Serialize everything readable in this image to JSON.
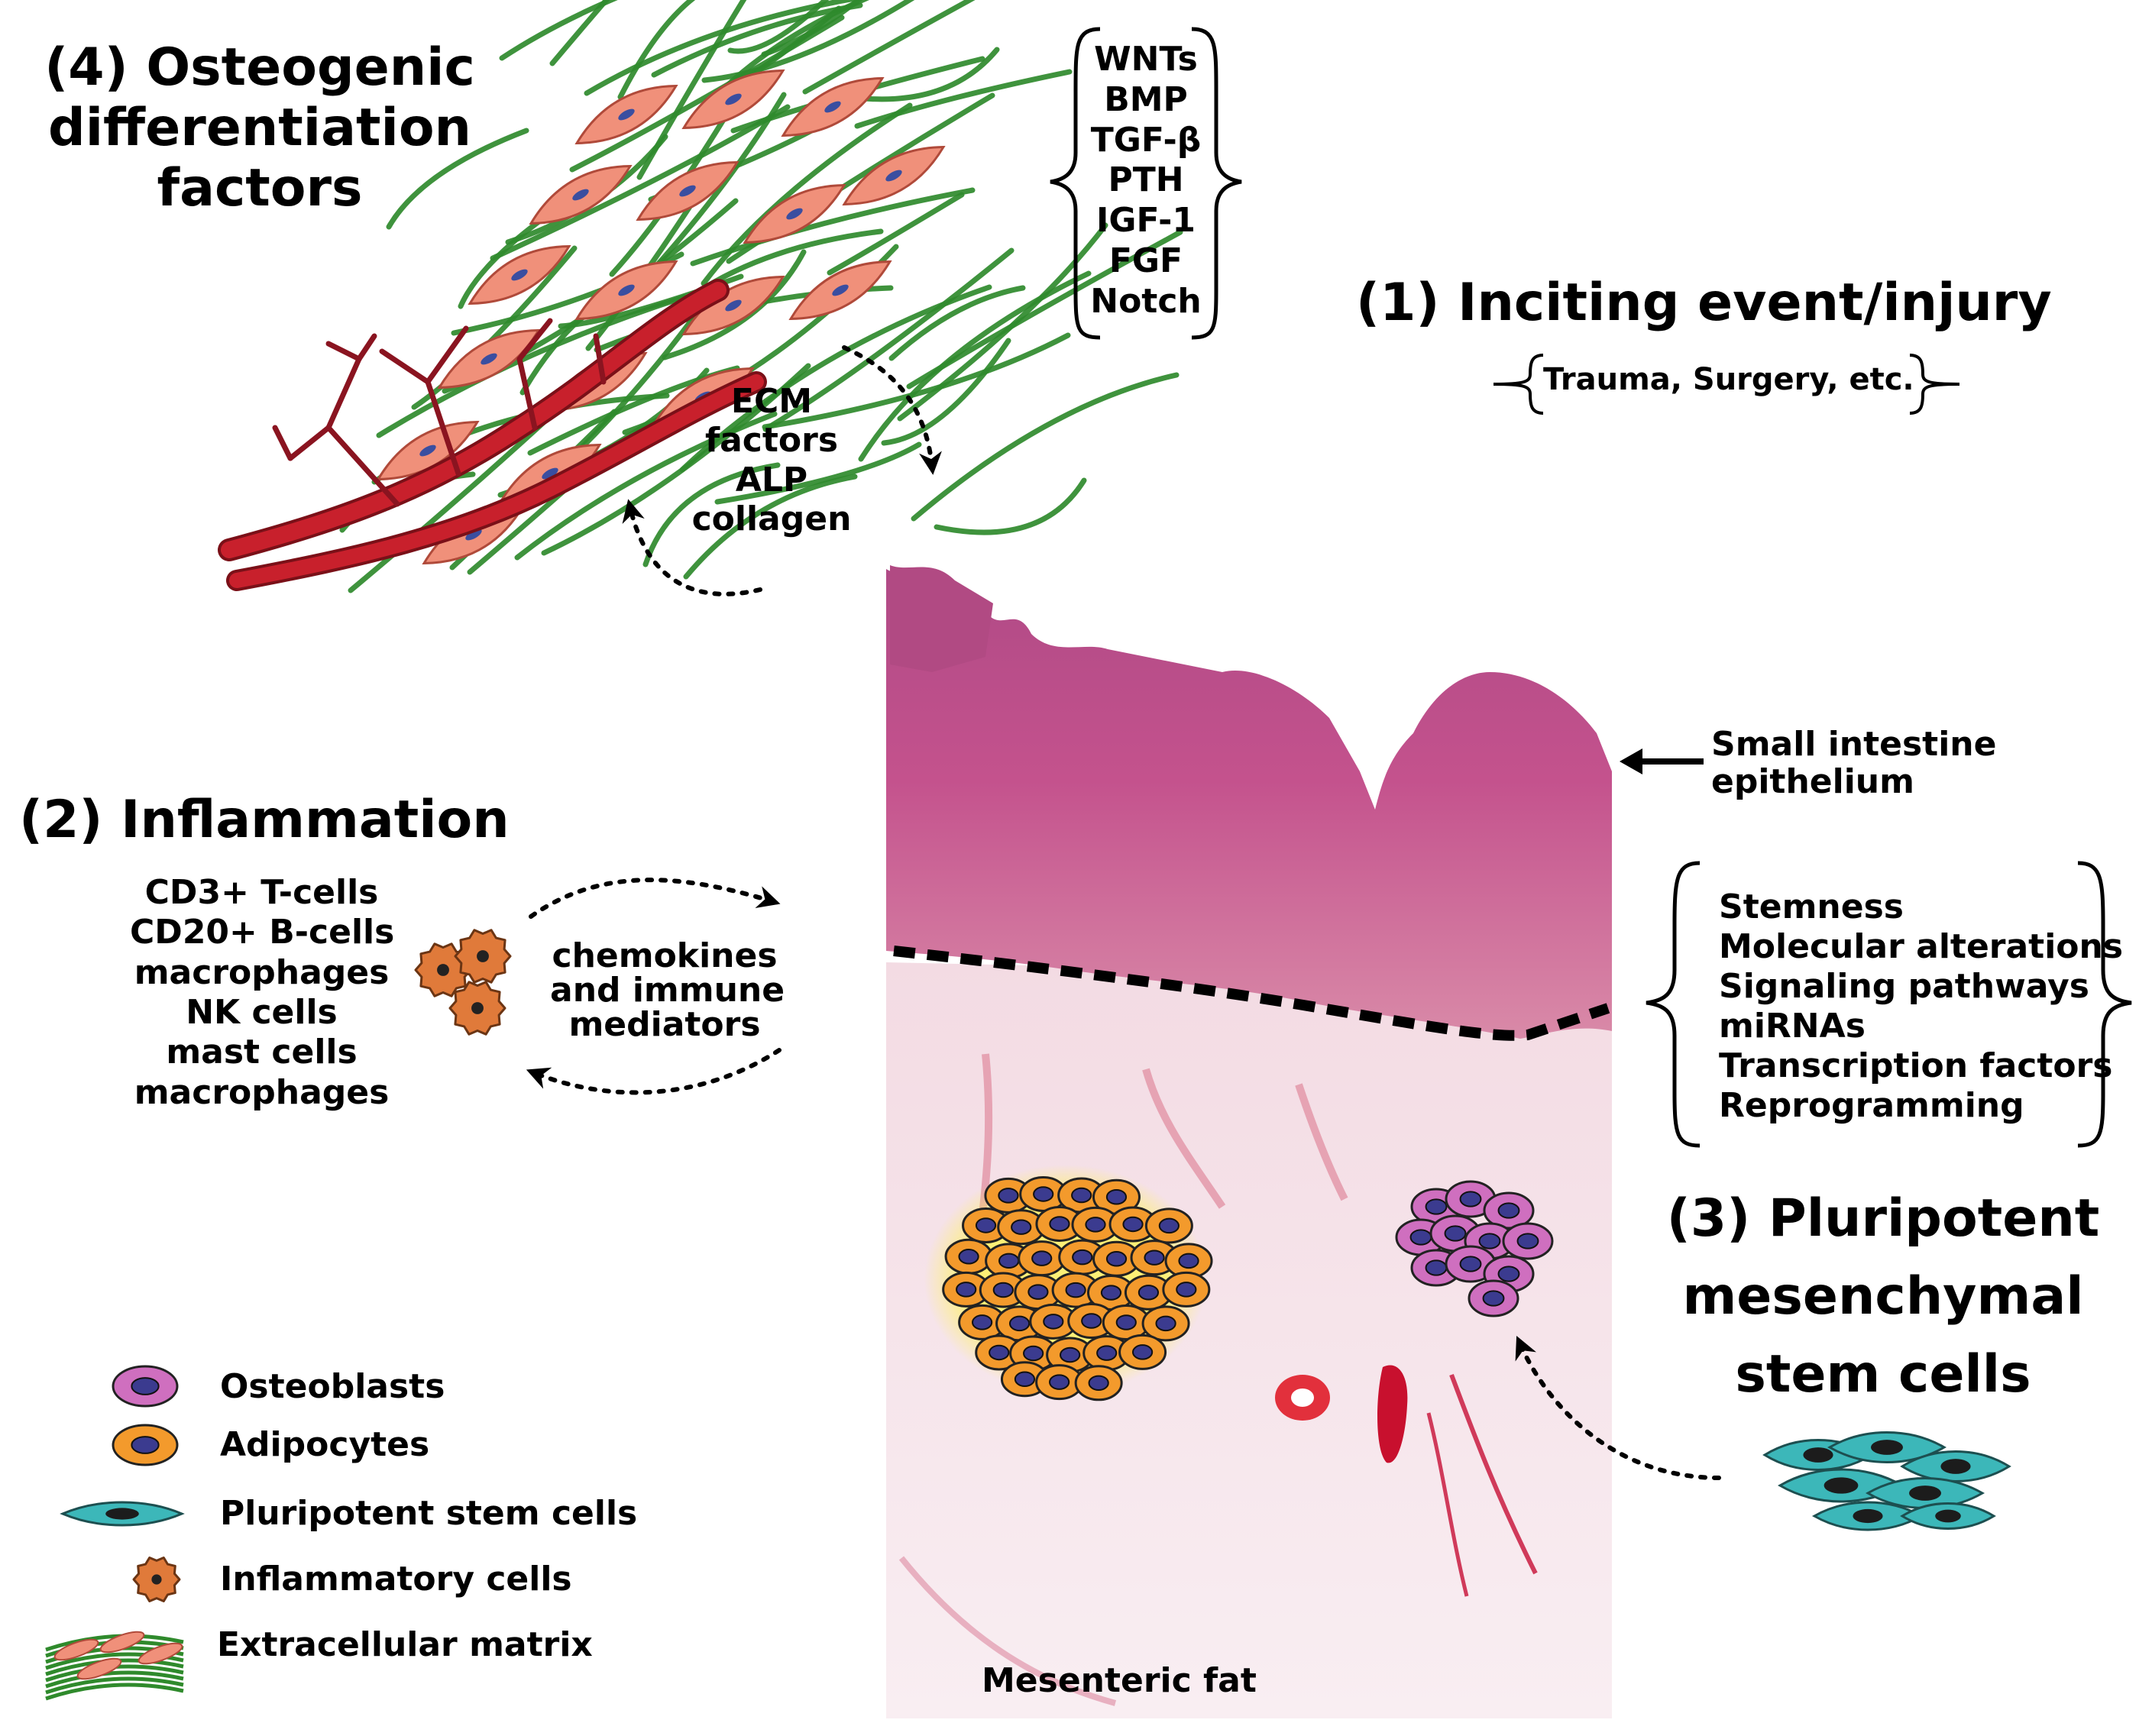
{
  "colors": {
    "tissue_pink": "#c8538f",
    "fat_pale": "#f6e8ee",
    "vessel_red": "#c8202c",
    "matrix_green": "#2f8a2c",
    "osteoblast": "#cf6fbf",
    "adipocyte": "#f39a2c",
    "stem_cell": "#3cb7b9",
    "inflammatory": "#e07a3a",
    "nucleus": "#3b3b8f"
  },
  "factors4": {
    "title": [
      "(4) Osteogenic",
      "differentiation",
      "factors"
    ],
    "list": [
      "WNTs",
      "BMP",
      "TGF-β",
      "PTH",
      "IGF-1",
      "FGF",
      "Notch"
    ]
  },
  "ecm": [
    "ECM",
    "factors",
    "ALP",
    "collagen"
  ],
  "inciting1": {
    "title": "(1) Inciting event/injury",
    "sub": "Trauma, Surgery, etc."
  },
  "inflammation2": {
    "title": "(2) Inflammation",
    "cells": [
      "CD3+ T-cells",
      "CD20+ B-cells",
      "macrophages",
      "NK cells",
      "mast cells",
      "macrophages"
    ],
    "mediators": [
      "chemokines",
      "and immune",
      "mediators"
    ]
  },
  "epithelium_label": [
    "Small intestine",
    "epithelium"
  ],
  "mechanisms": [
    "Stemness",
    "Molecular alterations",
    "Signaling pathways",
    "miRNAs",
    "Transcription factors",
    "Reprogramming"
  ],
  "msc3": {
    "title": [
      "(3) Pluripotent",
      "mesenchymal",
      "stem cells"
    ]
  },
  "fat_label": "Mesenteric fat",
  "legend": [
    {
      "icon": "osteoblast-icon",
      "label": "Osteoblasts"
    },
    {
      "icon": "adipocyte-icon",
      "label": "Adipocytes"
    },
    {
      "icon": "stem-cell-icon",
      "label": "Pluripotent stem cells"
    },
    {
      "icon": "inflammatory-cell-icon",
      "label": "Inflammatory cells"
    },
    {
      "icon": "extracellular-matrix-icon",
      "label": "Extracellular matrix"
    }
  ]
}
